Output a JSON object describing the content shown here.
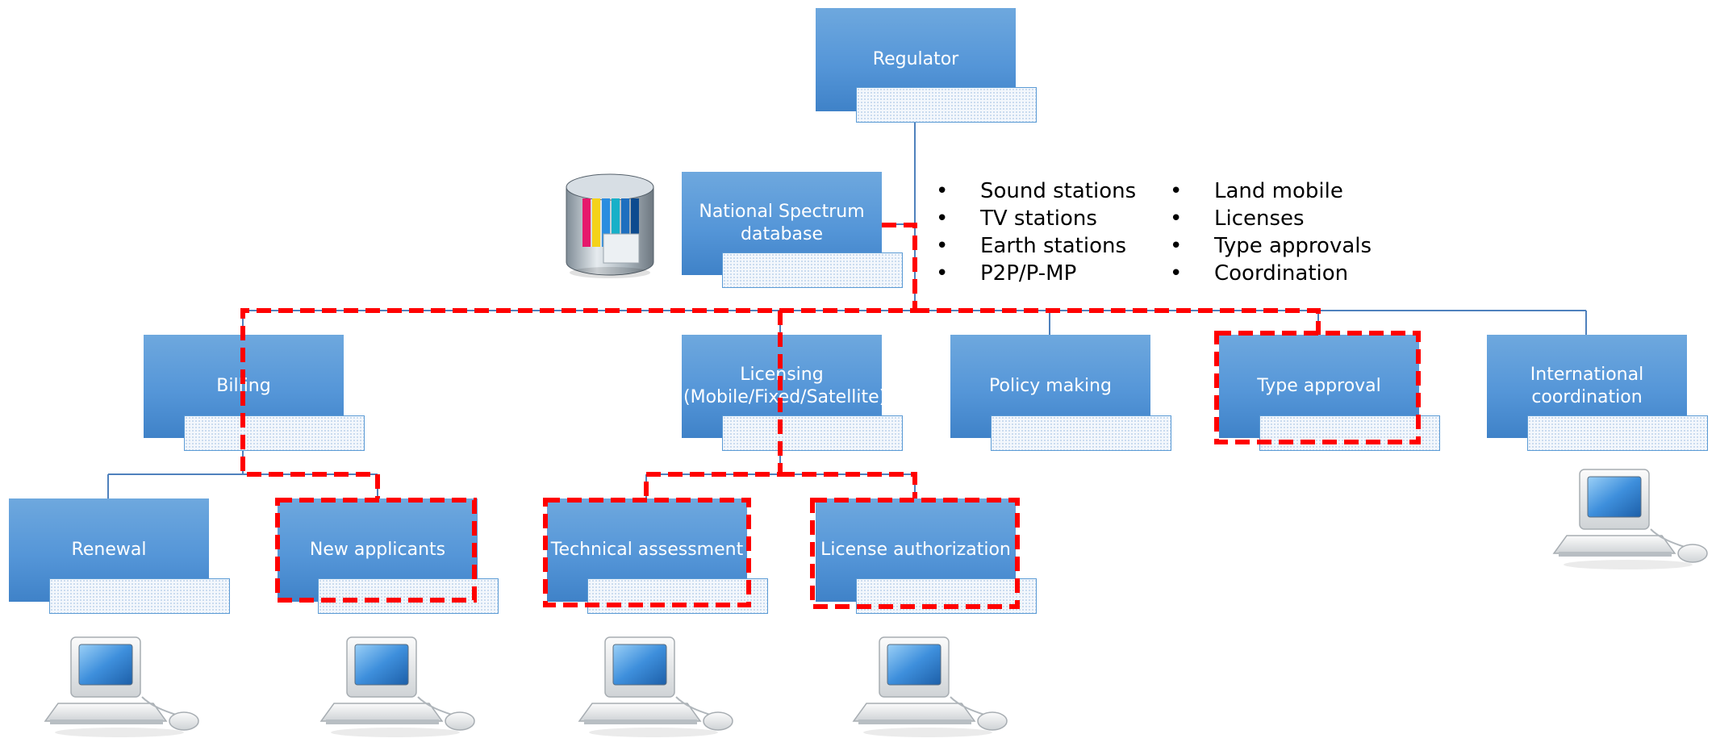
{
  "nodes": {
    "regulator": "Regulator",
    "database": "National Spectrum database",
    "billing": "Billing",
    "licensing": "Licensing (Mobile/Fixed/Satellite)",
    "policy": "Policy making",
    "type_approval": "Type approval",
    "international": "International coordination",
    "renewal": "Renewal",
    "new_applicants": "New applicants",
    "technical": "Technical assessment",
    "license_auth": "License authorization"
  },
  "bullets_left": [
    "Sound stations",
    "TV stations",
    "Earth stations",
    "P2P/P-MP"
  ],
  "bullets_right": [
    "Land mobile",
    "Licenses",
    "Type approvals",
    "Coordination"
  ],
  "icons": [
    "database-icon",
    "computer-icon"
  ],
  "colors": {
    "box": "#5b9bd5",
    "connector": "#4f81bd",
    "highlight": "#ff0000"
  }
}
